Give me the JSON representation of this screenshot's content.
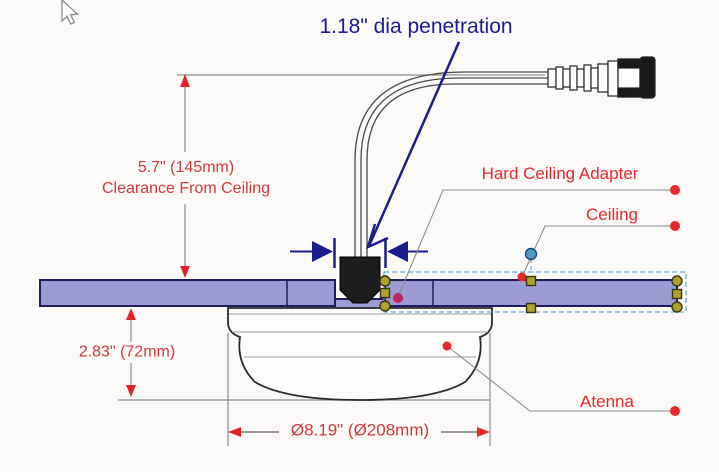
{
  "diagram": {
    "title": "1.18\" dia penetration",
    "labels": {
      "hard_ceiling_adapter": "Hard Ceiling Adapter",
      "ceiling": "Ceiling",
      "antenna": "Atenna"
    },
    "dimensions": {
      "clearance_value": "5.7\" (145mm)",
      "clearance_caption": "Clearance From Ceiling",
      "height_below_ceiling": "2.83\" (72mm)",
      "diameter": "Ø8.19\" (Ø208mm)"
    },
    "colors": {
      "annotation_navy": "#1d1c8f",
      "label_red": "#e8282c",
      "dimension_red": "#cf393d",
      "arrow_red": "#e42528",
      "ceiling_fill": "#9c9bd2",
      "ceiling_border": "#201d5e",
      "selection_dash_blue": "#5fb0dc",
      "handle_olive": "#b0a02c",
      "rotation_handle_blue": "#4f97c7",
      "marker_crimson": "#bf2558"
    }
  }
}
